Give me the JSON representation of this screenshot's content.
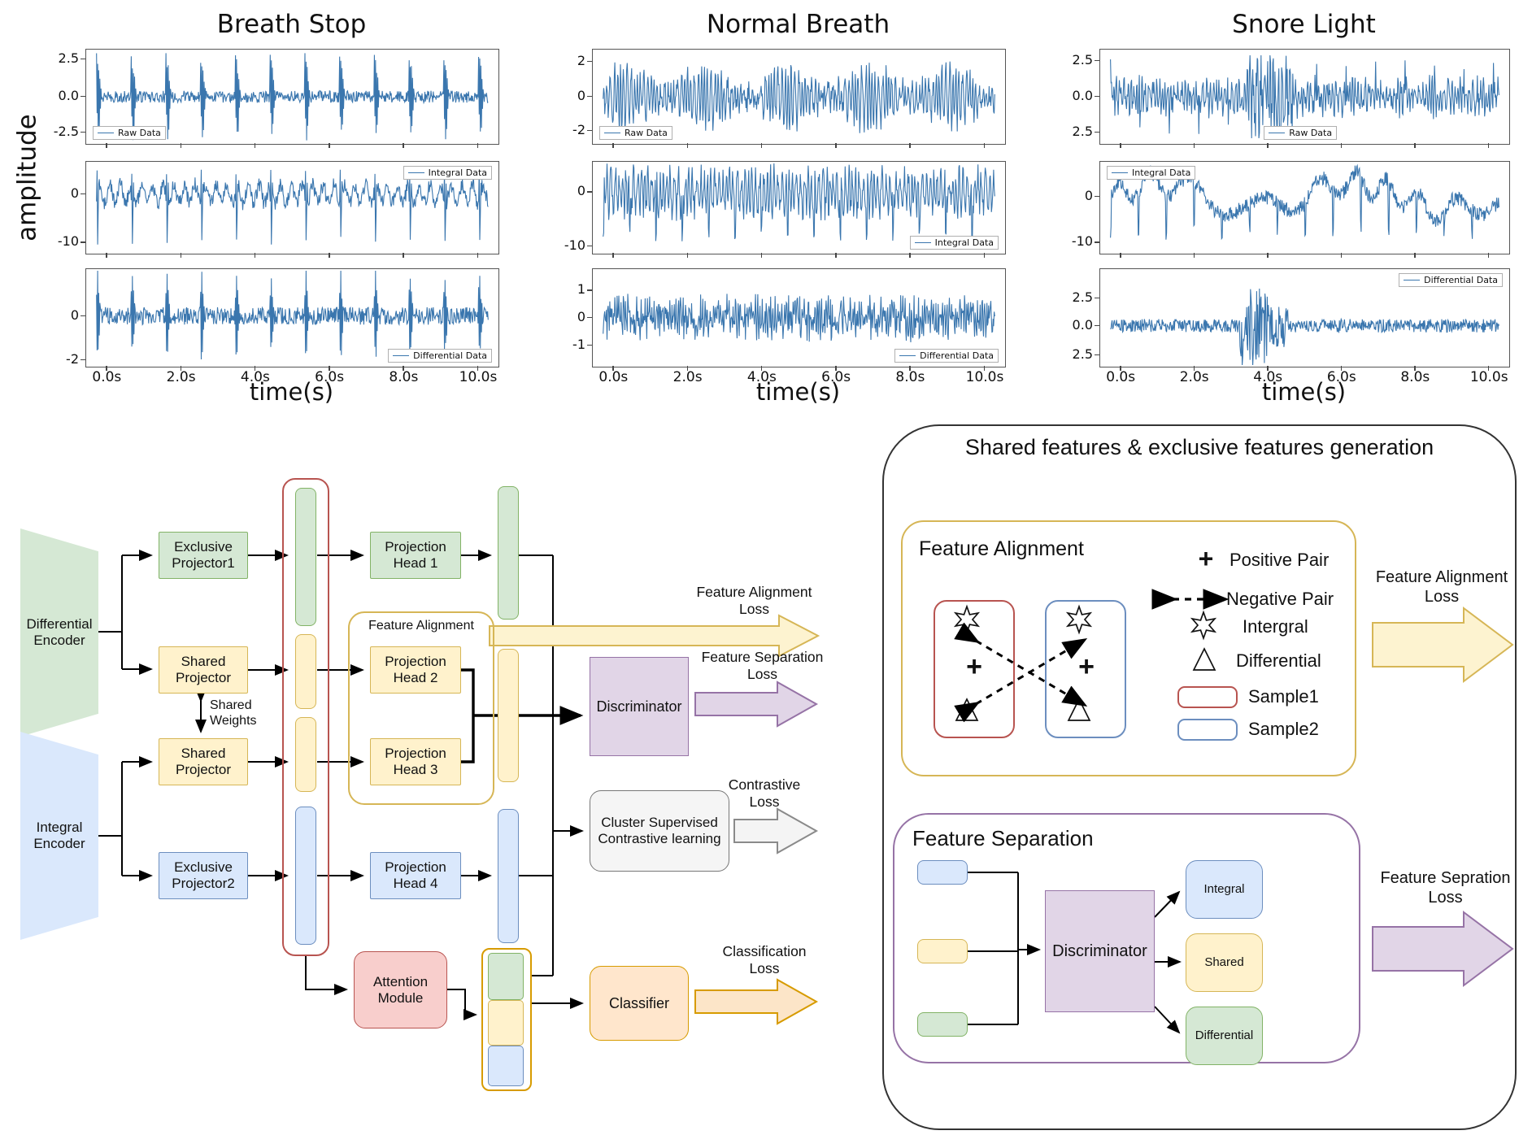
{
  "colors": {
    "green": "#d5e8d4",
    "green_border": "#82b366",
    "yellow": "#fff2cc",
    "yellow_border": "#d6b656",
    "blue": "#dae8fc",
    "blue_border": "#6c8ebf",
    "red": "#f8cecc",
    "red_border": "#b85450",
    "purple": "#e1d5e7",
    "purple_border": "#9673a6",
    "orange": "#ffe6cc",
    "orange_border": "#d79b00",
    "gray": "#f5f5f5",
    "gray_border": "#8a8a8a",
    "line": "#3a76ae"
  },
  "charts": {
    "ylabel": "amplitude",
    "xlabel": "time(s)",
    "x_ticks": [
      "0.0s",
      "2.0s",
      "4.0s",
      "6.0s",
      "8.0s",
      "10.0s"
    ],
    "columns": [
      {
        "title": "Breath Stop",
        "plots": [
          {
            "legend": "Raw Data",
            "legend_pos": "bl",
            "pattern": "spiky",
            "seed": 7,
            "mid": 0.5,
            "amp": 0.42,
            "yticks": [
              {
                "label": "2.5",
                "f": 0.1
              },
              {
                "label": "0.0",
                "f": 0.5
              },
              {
                "label": "-2.5",
                "f": 0.88
              }
            ]
          },
          {
            "legend": "Integral Data",
            "legend_pos": "tr",
            "pattern": "spikydown",
            "seed": 3,
            "mid": 0.35,
            "amp": 0.5,
            "yticks": [
              {
                "label": "0",
                "f": 0.35
              },
              {
                "label": "-10",
                "f": 0.88
              }
            ]
          },
          {
            "legend": "Differential Data",
            "legend_pos": "br",
            "pattern": "noisyspiky",
            "seed": 5,
            "mid": 0.48,
            "amp": 0.45,
            "yticks": [
              {
                "label": "0",
                "f": 0.48
              },
              {
                "label": "-2",
                "f": 0.93
              }
            ]
          }
        ]
      },
      {
        "title": "Normal Breath",
        "plots": [
          {
            "legend": "Raw Data",
            "legend_pos": "bl",
            "pattern": "dense",
            "seed": 11,
            "mid": 0.5,
            "amp": 0.38,
            "yticks": [
              {
                "label": "2",
                "f": 0.13
              },
              {
                "label": "0",
                "f": 0.5
              },
              {
                "label": "-2",
                "f": 0.86
              }
            ]
          },
          {
            "legend": "Integral Data",
            "legend_pos": "br",
            "pattern": "densedown",
            "seed": 13,
            "mid": 0.33,
            "amp": 0.5,
            "yticks": [
              {
                "label": "0",
                "f": 0.33
              },
              {
                "label": "-10",
                "f": 0.92
              }
            ]
          },
          {
            "legend": "Differential Data",
            "legend_pos": "br",
            "pattern": "noise",
            "seed": 17,
            "mid": 0.5,
            "amp": 0.3,
            "yticks": [
              {
                "label": "1",
                "f": 0.22
              },
              {
                "label": "0",
                "f": 0.5
              },
              {
                "label": "-1",
                "f": 0.78
              }
            ]
          }
        ]
      },
      {
        "title": "Snore Light",
        "plots": [
          {
            "legend": "Raw Data",
            "legend_pos": "bc",
            "pattern": "noiseburst",
            "seed": 19,
            "mid": 0.5,
            "amp": 0.4,
            "yticks": [
              {
                "label": "2.5",
                "f": 0.12
              },
              {
                "label": "0.0",
                "f": 0.5
              },
              {
                "label": "2.5",
                "f": 0.88
              }
            ]
          },
          {
            "legend": "Integral Data",
            "legend_pos": "tl",
            "pattern": "wander",
            "seed": 23,
            "mid": 0.38,
            "amp": 0.45,
            "yticks": [
              {
                "label": "0",
                "f": 0.38
              },
              {
                "label": "-10",
                "f": 0.88
              }
            ]
          },
          {
            "legend": "Differential Data",
            "legend_pos": "tr",
            "pattern": "quietburst",
            "seed": 29,
            "mid": 0.58,
            "amp": 0.4,
            "yticks": [
              {
                "label": "2.5",
                "f": 0.3
              },
              {
                "label": "0.0",
                "f": 0.58
              },
              {
                "label": "2.5",
                "f": 0.88
              }
            ]
          }
        ]
      }
    ]
  },
  "pipeline": {
    "differential_encoder": "Differential Encoder",
    "integral_encoder": "Integral Encoder",
    "exclusive_projector1": "Exclusive Projector1",
    "shared_projector_top": "Shared Projector",
    "shared_projector_bottom": "Shared Projector",
    "exclusive_projector2": "Exclusive Projector2",
    "shared_weights": "Shared Weights",
    "projection_head_1": "Projection Head 1",
    "projection_head_2": "Projection Head 2",
    "projection_head_3": "Projection Head 3",
    "projection_head_4": "Projection Head 4",
    "feature_alignment_title": "Feature Alignment",
    "discriminator": "Discriminator",
    "attention_module": "Attention Module",
    "cluster_contrastive": "Cluster Supervised Contrastive learning",
    "classifier": "Classifier",
    "loss_alignment": "Feature Alignment Loss",
    "loss_separation": "Feature Separation Loss",
    "loss_contrastive": "Contrastive Loss",
    "loss_classification": "Classification Loss"
  },
  "right_panel": {
    "title": "Shared features & exclusive features generation",
    "alignment": {
      "title": "Feature Alignment",
      "legend_positive": "Positive Pair",
      "legend_negative": "Negative Pair",
      "legend_integral": "Intergral",
      "legend_differential": "Differential",
      "legend_sample1": "Sample1",
      "legend_sample2": "Sample2",
      "loss": "Feature Alignment Loss"
    },
    "separation": {
      "title": "Feature Separation",
      "discriminator": "Discriminator",
      "out_integral": "Integral",
      "out_shared": "Shared",
      "out_differential": "Differential",
      "loss": "Feature Sepration Loss"
    }
  }
}
